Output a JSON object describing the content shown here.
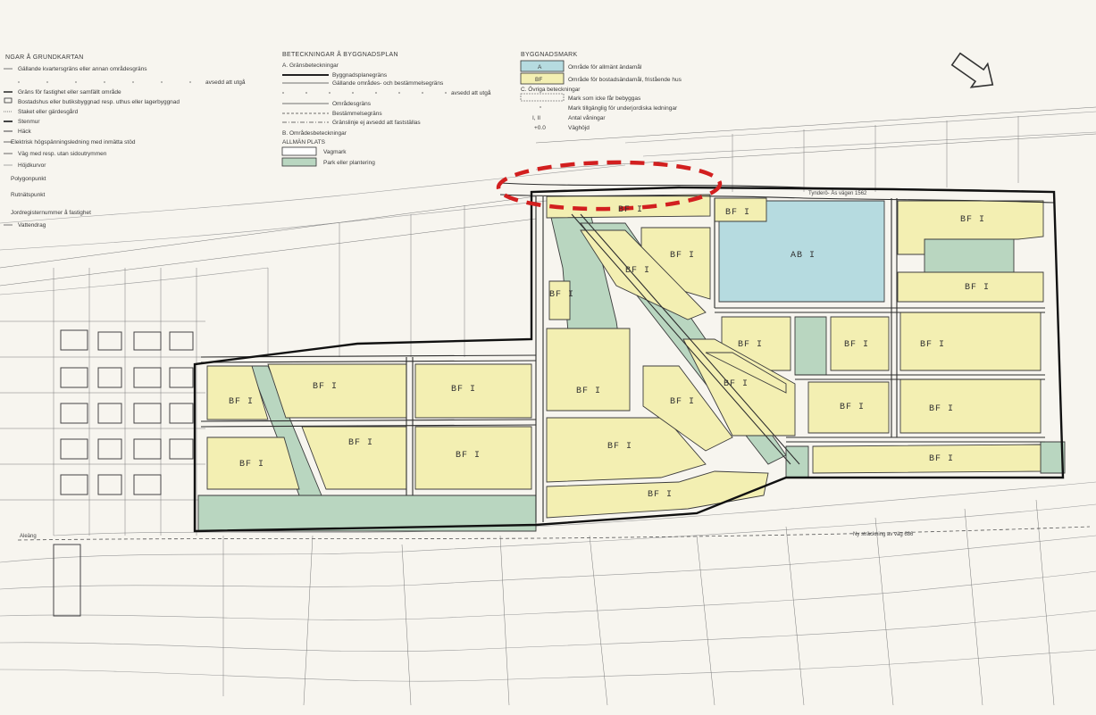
{
  "colors": {
    "paper": "#f7f5ef",
    "residential": "#f3efb2",
    "park": "#b9d6c0",
    "public": "#b6dbe0",
    "highlight": "#d21f1f",
    "line": "#333333"
  },
  "legend_base": {
    "heading": "NGAR Å GRUNDKARTAN",
    "items": [
      "Gällande kvartersgräns eller annan områdesgräns",
      "avsedd att utgå",
      "Gräns för fastighet eller samfällt område",
      "Bostadshus eller butiksbyggnad resp. uthus eller lagerbyggnad",
      "Staket eller gärdesgård",
      "Stenmur",
      "Häck",
      "Elektrisk högspänningsledning med inmätta stöd",
      "Väg med resp. utan sidoutrymmen",
      "Höjdkurvor",
      "Polygonpunkt",
      "Rutnätspunkt",
      "Jordregisternummer å fastighet",
      "Vattendrag"
    ]
  },
  "legend_plan": {
    "heading": "BETECKNINGAR Å BYGGNADSPLAN",
    "section_a": "A. Gränsbeteckningar",
    "items_a": [
      "Byggnadsplanegräns",
      "Gällande områdes- och bestämmelsegräns",
      "avsedd att utgå",
      "Områdesgräns",
      "Bestämmelsegräns",
      "Gränslinje ej avsedd att fastställas"
    ],
    "section_b": "B. Områdesbeteckningar",
    "allman": "ALLMÄN PLATS",
    "items_b": [
      "Vagmark",
      "Park eller plantering"
    ]
  },
  "legend_mark": {
    "heading": "BYGGNADSMARK",
    "item_a_code": "A",
    "item_a_text": "Område för allmänt ändamål",
    "item_bf_code": "BF",
    "item_bf_text": "Område för bostadsändamål, fristående hus",
    "section_c": "C. Övriga beteckningar",
    "items_c": [
      "Mark som icke får bebyggas",
      "Mark tillgänglig för underjordiska ledningar"
    ],
    "code_floors": "I, II",
    "text_floors": "Antal våningar",
    "code_height": "+0.0",
    "text_height": "Väghöjd"
  },
  "zones": [
    {
      "id": "bf-ribbon-1",
      "label": "BF I"
    },
    {
      "id": "bf-ribbon-2",
      "label": "BF I"
    },
    {
      "id": "bf-top-1",
      "label": "BF I"
    },
    {
      "id": "ab-block",
      "label": "AB I"
    },
    {
      "id": "bf-ne-1",
      "label": "BF I"
    },
    {
      "id": "bf-ne-2",
      "label": "BF I"
    },
    {
      "id": "bf-narrow",
      "label": "BF I"
    },
    {
      "id": "bf-diag-1",
      "label": "BF I"
    },
    {
      "id": "bf-mid-1",
      "label": "BF I"
    },
    {
      "id": "bf-mid-2",
      "label": "BF I"
    },
    {
      "id": "bf-mid-3",
      "label": "BF I"
    },
    {
      "id": "bf-mid-4",
      "label": "BF I"
    },
    {
      "id": "bf-e-1",
      "label": "BF I"
    },
    {
      "id": "bf-e-2",
      "label": "BF I"
    },
    {
      "id": "bf-e-3",
      "label": "BF I"
    },
    {
      "id": "bf-e-4",
      "label": "BF I"
    },
    {
      "id": "bf-w-1",
      "label": "BF I"
    },
    {
      "id": "bf-w-2",
      "label": "BF I"
    },
    {
      "id": "bf-w-3",
      "label": "BF I"
    },
    {
      "id": "bf-w-4",
      "label": "BF I"
    },
    {
      "id": "bf-w-5",
      "label": "BF I"
    },
    {
      "id": "bf-s-1",
      "label": "BF I"
    },
    {
      "id": "bf-s-2",
      "label": "BF I"
    },
    {
      "id": "bf-s-3",
      "label": "BF I"
    },
    {
      "id": "bf-se",
      "label": "BF I"
    }
  ],
  "road_labels": {
    "main_road": "Tynderö- Ås vägen 1562",
    "new_road": "Ny sträckning av väg 686",
    "southwest": "Aleäng"
  },
  "north_arrow_icon": "north-arrow-icon"
}
